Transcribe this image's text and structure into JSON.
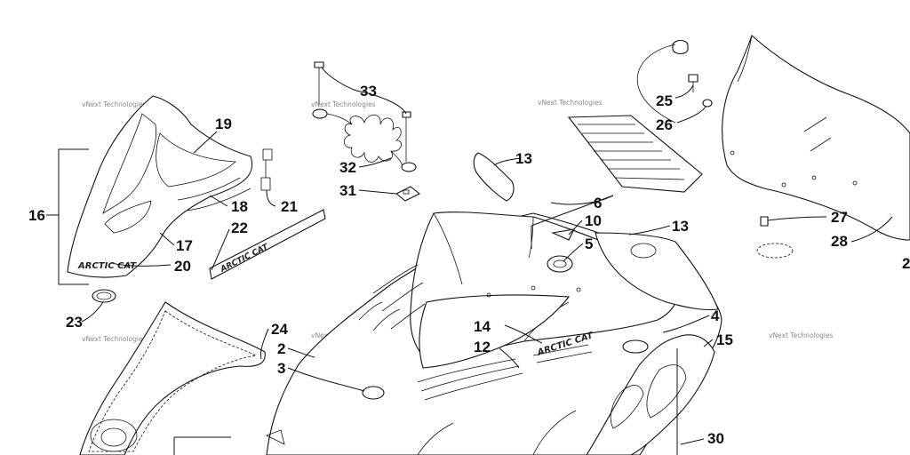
{
  "diagram": {
    "callouts": [
      "2",
      "3",
      "4",
      "5",
      "6",
      "10",
      "12",
      "13",
      "13",
      "14",
      "15",
      "16",
      "17",
      "18",
      "19",
      "20",
      "21",
      "22",
      "23",
      "24",
      "25",
      "26",
      "27",
      "28",
      "30",
      "31",
      "32",
      "33",
      "2"
    ],
    "watermark": "vNext Technologies",
    "decal_hood": "ARCTIC CAT",
    "decal_strip": "ARCTIC CAT",
    "decal_panel": "ARCTIC CAT"
  },
  "colors": {
    "ink": "#111111",
    "watermark": "#8a8a8a"
  }
}
